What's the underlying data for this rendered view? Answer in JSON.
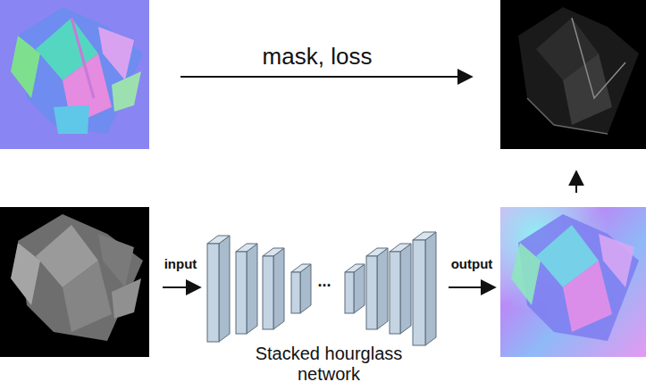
{
  "diagram": {
    "labels": [
      "mask, loss",
      "input",
      "...",
      "output",
      "Stacked hourglass network"
    ]
  }
}
